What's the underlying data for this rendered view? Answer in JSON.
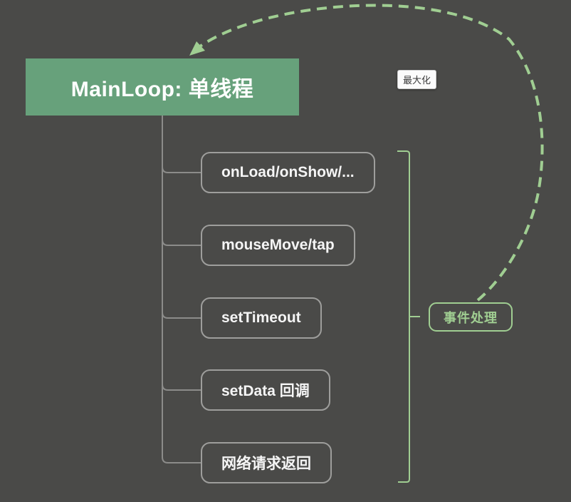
{
  "root": {
    "label": "MainLoop: 单线程"
  },
  "children": [
    {
      "label": "onLoad/onShow/..."
    },
    {
      "label": "mouseMove/tap"
    },
    {
      "label": "setTimeout"
    },
    {
      "label": "setData 回调"
    },
    {
      "label": "网络请求返回"
    }
  ],
  "summary": {
    "label": "事件处理"
  },
  "tooltip": {
    "label": "最大化"
  },
  "colors": {
    "background": "#4a4a48",
    "root_bg": "#67a17b",
    "root_text": "#ffffff",
    "node_border": "#9e9e9c",
    "node_text": "#f5f5f5",
    "connector": "#8c8c8a",
    "accent_green": "#a0ce92",
    "tooltip_bg": "#fbfbfb",
    "tooltip_text": "#3a3a3a",
    "tooltip_border": "#c9c9c9"
  }
}
